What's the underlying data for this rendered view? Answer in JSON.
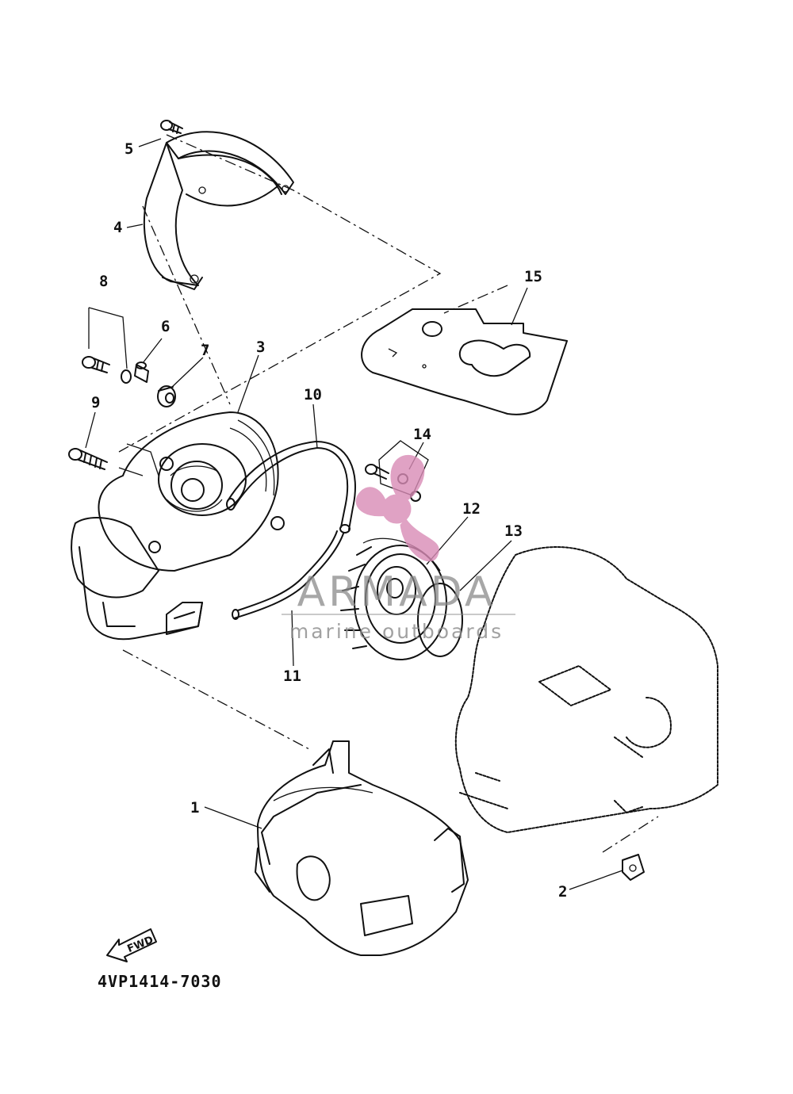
{
  "diagram": {
    "part_code": "4VP1414-7030",
    "fwd_label": "FWD",
    "callouts": [
      "1",
      "2",
      "3",
      "4",
      "5",
      "6",
      "7",
      "8",
      "9",
      "10",
      "11",
      "12",
      "13",
      "14",
      "15"
    ]
  },
  "watermark": {
    "brand": "ARMADA",
    "tagline": "marine outboards",
    "color": "#d98cb6"
  }
}
